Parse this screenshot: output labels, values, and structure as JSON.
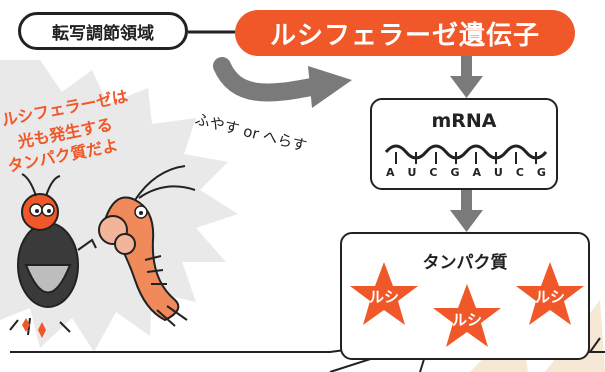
{
  "nodes": {
    "region": "転写調節領域",
    "gene": "ルシフェラーゼ遺伝子",
    "mrna": {
      "title": "mRNA",
      "bases": [
        "A",
        "U",
        "C",
        "G",
        "A",
        "U",
        "C",
        "G"
      ]
    },
    "protein": {
      "title": "タンパク質",
      "stars": [
        "ルシ",
        "ルシ",
        "ルシ"
      ]
    }
  },
  "arrow_label": "ふやす or へらす",
  "callout": [
    "ルシフェラーゼは",
    "光も発生する",
    "タンパク質だよ"
  ],
  "colors": {
    "accent": "#f0582a",
    "arrow_gray": "#7a7a7a",
    "burst": "#e9e9e9",
    "outline": "#222222"
  }
}
